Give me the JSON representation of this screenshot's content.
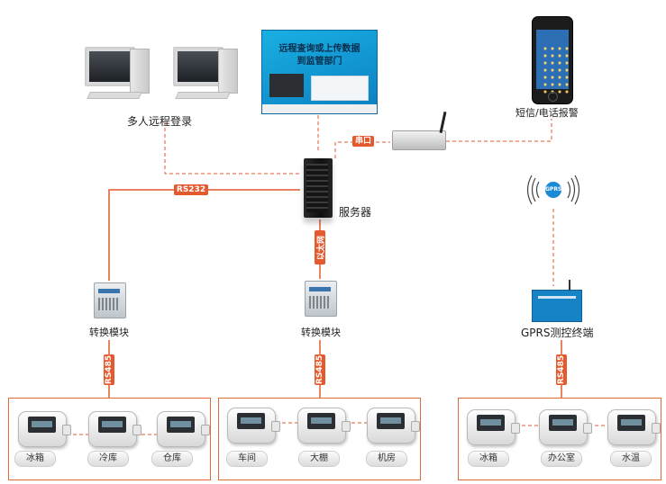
{
  "popup_title": "远程查询或上传数据\n到监管部门",
  "labels": {
    "remote_login": "多人远程登录",
    "sms_alarm": "短信/电话报警",
    "server": "服务器",
    "converter": "转换模块",
    "gprs_terminal": "GPRS测控终端"
  },
  "links": {
    "serial": "串口",
    "rs232": "RS232",
    "ethernet": "以太网",
    "rs485": "RS485",
    "gprs": "GPRS"
  },
  "groups": [
    {
      "items": [
        "冰箱",
        "冷库",
        "仓库"
      ]
    },
    {
      "items": [
        "车间",
        "大棚",
        "机房"
      ]
    },
    {
      "items": [
        "冰箱",
        "办公室",
        "水温"
      ]
    }
  ],
  "colors": {
    "link_line": "#e4592e",
    "group_border": "#e06a3a",
    "accent_blue": "#1683c6"
  },
  "icons": [
    "monitor-icon",
    "phone-icon",
    "server-icon",
    "modem-icon",
    "converter-icon",
    "gprs-terminal-icon",
    "sensor-icon",
    "wireless-icon"
  ]
}
